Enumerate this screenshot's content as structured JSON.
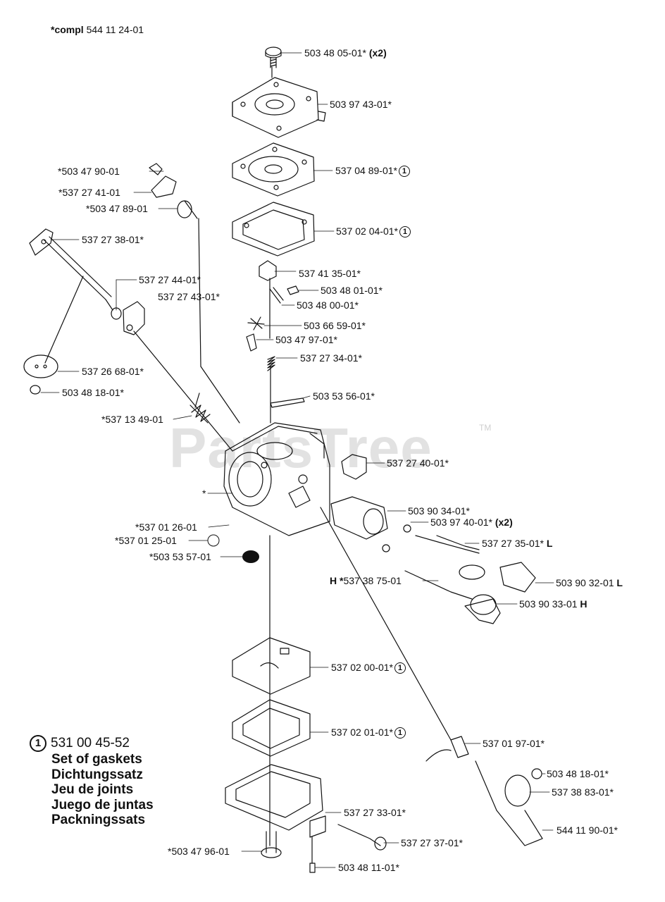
{
  "header": {
    "compl_prefix": "*compl",
    "compl_number": "544 11 24-01"
  },
  "watermark": {
    "text": "PartsTree",
    "tm": "TM"
  },
  "legend": {
    "marker": "1",
    "number": "531 00 45-52",
    "lines": [
      "Set of gaskets",
      "Dichtungssatz",
      "Jeu de joints",
      "Juego de juntas",
      "Packningssats"
    ]
  },
  "parts": {
    "p1": {
      "text": "503 48 05-01*",
      "suffix": "(x2)"
    },
    "p2": {
      "text": "503 97 43-01*"
    },
    "p3": {
      "text": "537 04 89-01*",
      "mark": "1"
    },
    "p4": {
      "text": "537 02 04-01*",
      "mark": "1"
    },
    "p5": {
      "text": "537 41 35-01*"
    },
    "p6": {
      "text": "503 48 01-01*"
    },
    "p7": {
      "text": "503 48 00-01*"
    },
    "p8": {
      "text": "503 66 59-01*"
    },
    "p9": {
      "text": "503 47 97-01*"
    },
    "p10": {
      "text": "537 27 34-01*"
    },
    "p11": {
      "text": "503 53 56-01*"
    },
    "p12": {
      "text": "537 27 40-01*"
    },
    "p13": {
      "text": "503 90 34-01*"
    },
    "p14": {
      "text": "503 97 40-01*",
      "suffix": "(x2)"
    },
    "p15": {
      "text": "537 27 35-01*",
      "suffix": "L"
    },
    "p16": {
      "text": "503 90 32-01",
      "suffix": "L"
    },
    "p17": {
      "text": "537 38 75-01",
      "prefix": "H *"
    },
    "p18": {
      "text": "503 90 33-01",
      "suffix": "H"
    },
    "p19": {
      "text": "*503 47 90-01"
    },
    "p20": {
      "text": "*537 27 41-01"
    },
    "p21": {
      "text": "*503 47 89-01"
    },
    "p22": {
      "text": "537 27 38-01*"
    },
    "p23": {
      "text": "537 27 44-01*"
    },
    "p24": {
      "text": "537 27 43-01*"
    },
    "p25": {
      "text": "537 26 68-01*"
    },
    "p26": {
      "text": "503 48 18-01*"
    },
    "p27": {
      "text": "*537 13 49-01"
    },
    "p28": {
      "text": "*"
    },
    "p29": {
      "text": "*537 01 26-01"
    },
    "p30": {
      "text": "*537 01 25-01"
    },
    "p31": {
      "text": "*503 53 57-01"
    },
    "p32": {
      "text": "537 02 00-01*",
      "mark": "1"
    },
    "p33": {
      "text": "537 02 01-01*",
      "mark": "1"
    },
    "p34": {
      "text": "537 01 97-01*"
    },
    "p35": {
      "text": "503 48 18-01*"
    },
    "p36": {
      "text": "537 38 83-01*"
    },
    "p37": {
      "text": "544 11 90-01*"
    },
    "p38": {
      "text": "537 27 33-01*"
    },
    "p39": {
      "text": "537 27 37-01*"
    },
    "p40": {
      "text": "*503 47 96-01"
    },
    "p41": {
      "text": "503 48 11-01*"
    }
  }
}
